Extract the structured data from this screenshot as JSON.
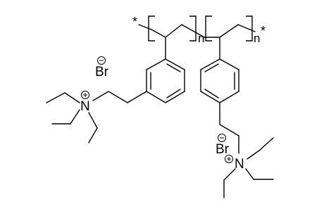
{
  "structure": {
    "end_group_left": "*",
    "end_group_right": "*",
    "repeat_unit_1_subscript": "n",
    "repeat_unit_2_subscript": "n",
    "counterion_1": "Br",
    "counterion_1_charge": "⊖",
    "counterion_2": "Br",
    "counterion_2_charge": "⊖",
    "ammonium_1": "N",
    "ammonium_1_charge": "⊕",
    "ammonium_2": "N",
    "ammonium_2_charge": "⊕"
  }
}
